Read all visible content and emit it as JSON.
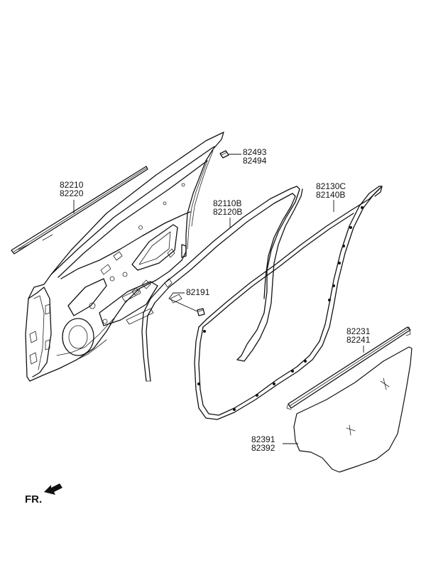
{
  "callouts": [
    {
      "id": "door-panel",
      "lines": [
        "82210",
        "82220"
      ]
    },
    {
      "id": "clip",
      "lines": [
        "82493",
        "82494"
      ]
    },
    {
      "id": "door-seal",
      "lines": [
        "82110B",
        "82120B"
      ]
    },
    {
      "id": "body-weatherstrip",
      "lines": [
        "82130C",
        "82140B"
      ]
    },
    {
      "id": "fastener",
      "lines": [
        "82191"
      ]
    },
    {
      "id": "beltline-strip",
      "lines": [
        "82231",
        "82241"
      ]
    },
    {
      "id": "trim-sheet",
      "lines": [
        "82391",
        "82392"
      ]
    }
  ],
  "direction_marker": {
    "label": "FR."
  }
}
